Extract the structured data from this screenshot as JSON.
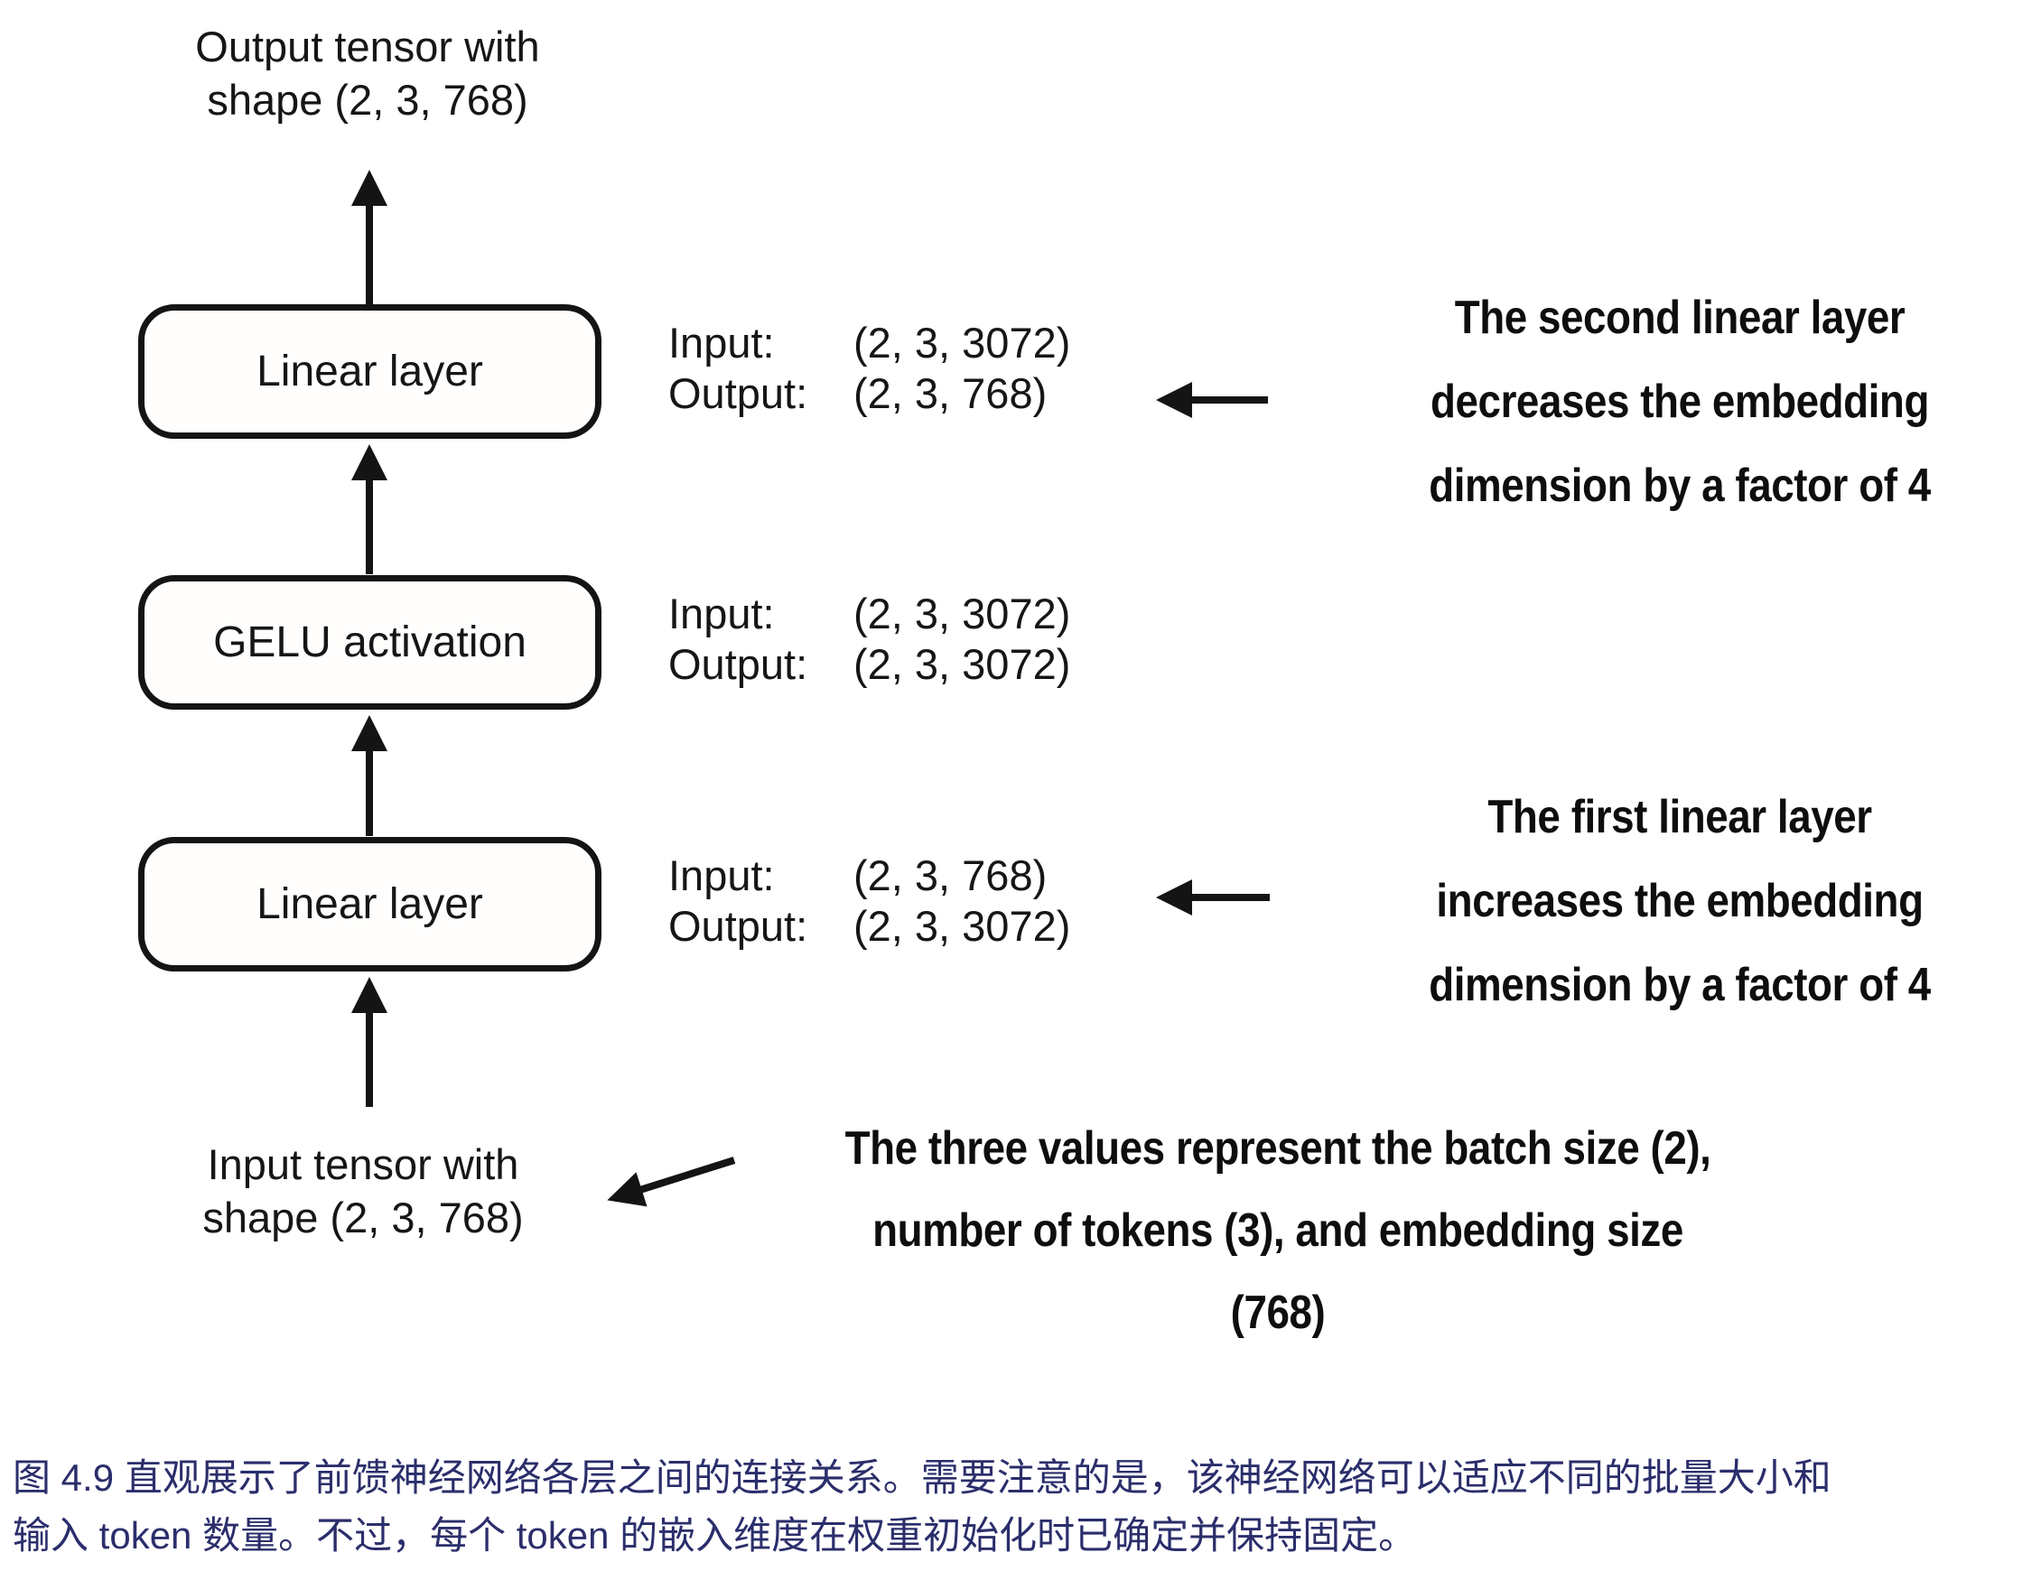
{
  "colors": {
    "ink": "#161616",
    "box_border": "#141414",
    "caption_text": "#2b2e6b",
    "background": "#ffffff"
  },
  "diagram": {
    "output_tensor_label": "Output tensor with\nshape (2, 3, 768)",
    "input_tensor_label": "Input tensor with\nshape (2, 3, 768)",
    "boxes": [
      {
        "label": "Linear layer",
        "input_label": "Input:",
        "input_shape": "(2, 3, 3072)",
        "output_label": "Output:",
        "output_shape": "(2, 3, 768)"
      },
      {
        "label": "GELU activation",
        "input_label": "Input:",
        "input_shape": "(2, 3, 3072)",
        "output_label": "Output:",
        "output_shape": "(2, 3, 3072)"
      },
      {
        "label": "Linear layer",
        "input_label": "Input:",
        "input_shape": "(2, 3, 768)",
        "output_label": "Output:",
        "output_shape": "(2, 3, 3072)"
      }
    ],
    "annotations": {
      "second_linear": "The second linear layer\ndecreases the embedding\ndimension by a factor of 4",
      "first_linear": "The first linear layer\nincreases the embedding\ndimension by a factor of 4",
      "three_values": "The three values represent the batch size (2),\nnumber of tokens (3), and embedding size\n(768)"
    }
  },
  "caption": "图 4.9 直观展示了前馈神经网络各层之间的连接关系。需要注意的是，该神经网络可以适应不同的批量大小和\n输入 token 数量。不过，每个 token 的嵌入维度在权重初始化时已确定并保持固定。"
}
